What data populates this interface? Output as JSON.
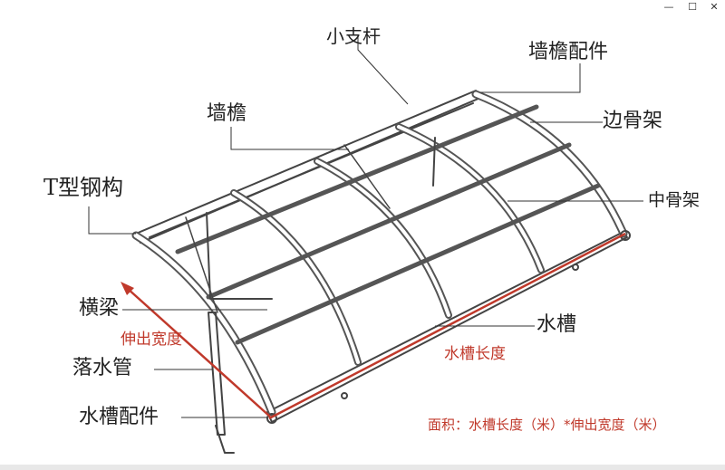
{
  "window": {
    "minimize_glyph": "—",
    "maximize_glyph": "☐",
    "close_glyph": "✕"
  },
  "labels": {
    "small_rod": "小支杆",
    "wall_eave_fitting": "墙檐配件",
    "wall_eave": "墙檐",
    "side_frame": "边骨架",
    "t_steel": "T型钢构",
    "middle_frame": "中骨架",
    "cross_beam": "横梁",
    "extend_width": "伸出宽度",
    "gutter": "水槽",
    "gutter_length": "水槽长度",
    "downpipe": "落水管",
    "gutter_fitting": "水槽配件",
    "area_formula": "面积：水槽长度（米）*伸出宽度（米）"
  },
  "colors": {
    "line": "#333333",
    "frame": "#444444",
    "red": "#c0392b"
  }
}
